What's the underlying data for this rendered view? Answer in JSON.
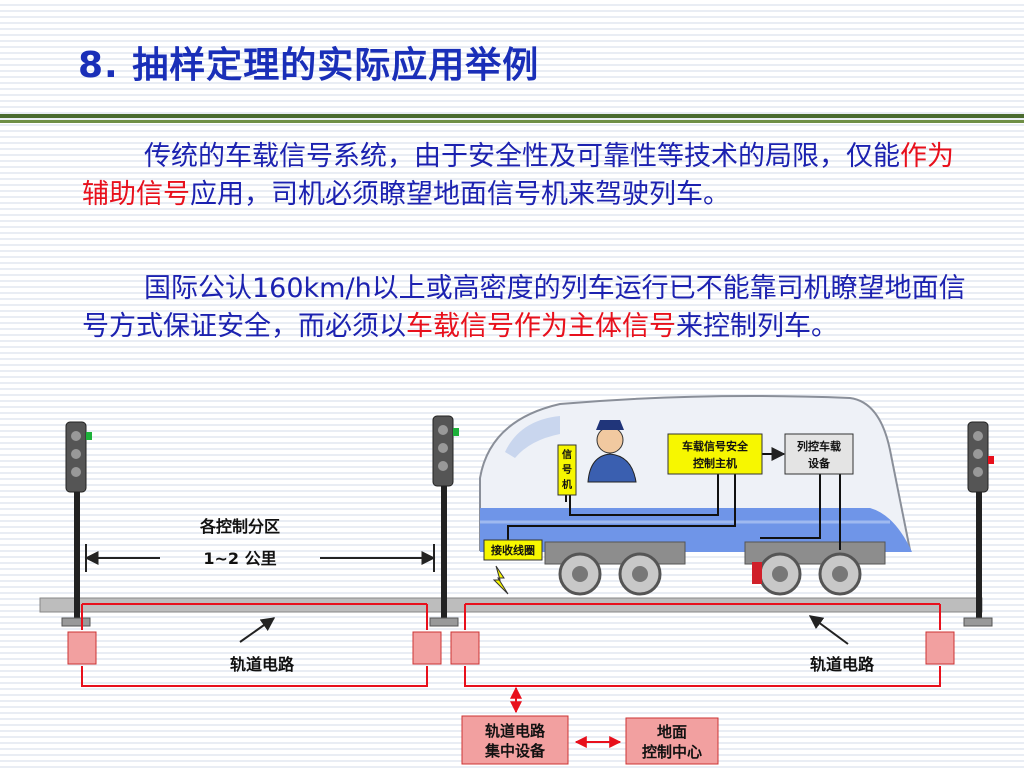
{
  "slide": {
    "title": "8. 抽样定理的实际应用举例",
    "paragraph1": {
      "part1": "传统的车载信号系统，由于安全性及可靠性等技术的局限，仅能",
      "highlight": "作为辅助信号",
      "part2": "应用，司机必须瞭望地面信号机来驾驶列车。"
    },
    "paragraph2": {
      "part1": "国际公认160km/h以上或高密度的列车运行已不能靠司机瞭望地面信号方式保证安全，而必须以",
      "highlight1": "车载信号作为主体信号",
      "part2": "来控制列车。"
    }
  },
  "diagram": {
    "section_label": "各控制分区",
    "distance_label": "1~2 公里",
    "track_circuit_left": "轨道电路",
    "track_circuit_right": "轨道电路",
    "signal_machine": "信号机",
    "safety_host": [
      "车载信号安全",
      "控制主机"
    ],
    "train_control": [
      "列控车载",
      "设备"
    ],
    "receiver_coil": "接收线圈",
    "track_center": [
      "轨道电路",
      "集中设备"
    ],
    "ground_center": [
      "地面",
      "控制中心"
    ],
    "colors": {
      "track_line": "#e8101c",
      "box_fill": "#f2a0a0",
      "highlight_box": "#f7f700",
      "train_blue": "#6f95e8"
    }
  }
}
